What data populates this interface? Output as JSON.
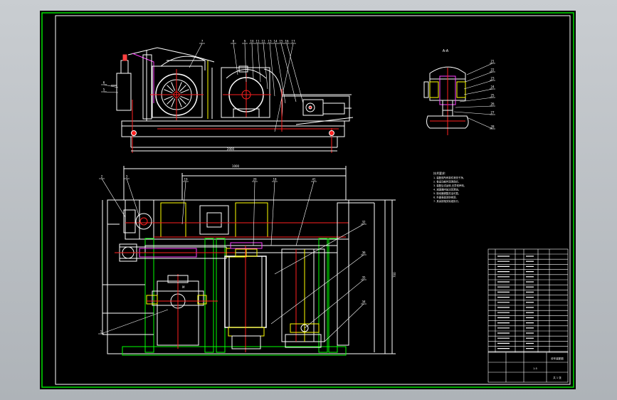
{
  "drawing": {
    "title": "",
    "section_label": "A-A",
    "motor_label": "M",
    "top_dim": "2000",
    "side_dim_right": "700",
    "plan_dim": "1000"
  },
  "balloons_top": [
    "7",
    "8",
    "9",
    "10",
    "11",
    "12",
    "13",
    "14",
    "15",
    "16",
    "17"
  ],
  "balloons_side": [
    "6",
    "5"
  ],
  "balloons_detail": [
    "21",
    "22",
    "23",
    "24",
    "25",
    "26",
    "27",
    "28"
  ],
  "balloons_plan": [
    "2",
    "3",
    "19",
    "20",
    "18",
    "41",
    "32",
    "36",
    "35",
    "34",
    "1"
  ],
  "notes": {
    "heading": "技术要求:",
    "lines": [
      "1. 装配前所有零件清洗干净。",
      "2. 各运动部件润滑良好。",
      "3. 装配后试运转,无异常声响。",
      "4. 减速器内加注润滑油。",
      "5. 制动器调整灵活可靠。",
      "6. 外露表面涂防锈漆。",
      "7. 其余按相关标准执行。"
    ]
  },
  "title_block": {
    "drawing_name": "绞车装配图",
    "scale": "1:5",
    "sheet": "共 1 张"
  },
  "colors": {
    "frame": "#ffffff",
    "main": "#ffffff",
    "green": "#00ff00",
    "red": "#ff2020",
    "yellow": "#ffff00",
    "magenta": "#ff40ff",
    "cyan": "#00ffff",
    "border": "#00e000"
  }
}
